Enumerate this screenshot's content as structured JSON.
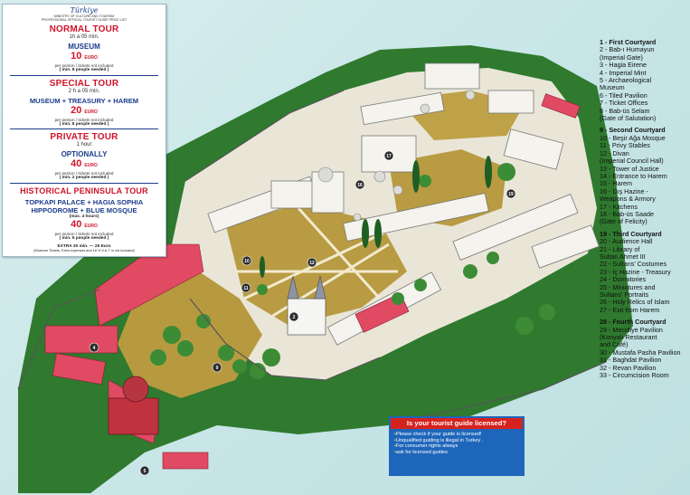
{
  "panel": {
    "logo": "Türkiye",
    "header_lines": [
      "MINISTRY OF CULTURE AND TOURISM",
      "PROFESSIONAL OFFICIAL TOURIST GUIDE PRICE LIST"
    ],
    "normal_tour": {
      "title": "NORMAL TOUR",
      "duration": "1h a 05 min."
    },
    "museum": {
      "label": "MUSEUM",
      "price": "10",
      "currency": "EURO",
      "note": "per person / tickets not included",
      "need": "( min. 8 people needed )"
    },
    "special_tour": {
      "title": "SPECIAL TOUR",
      "duration": "2 h a 05 min."
    },
    "treasury": {
      "label": "MUSEUM + TREASURY + HAREM",
      "price": "20",
      "currency": "EURO",
      "note": "per person / tickets not included",
      "need": "( min. 8 people needed )"
    },
    "private_tour": {
      "title": "PRIVATE TOUR",
      "duration": "1 hour"
    },
    "optionally": {
      "label": "OPTIONALLY",
      "price": "40",
      "currency": "EURO",
      "note": "per person / tickets not included",
      "need": "( min. 2 people needed )"
    },
    "historical": {
      "title": "HISTORICAL PENINSULA TOUR",
      "line1": "TOPKAPI PALACE + HAGIA SOPHIA",
      "line2": "HIPPODROME + BLUE MOSQUE",
      "duration": "(max. 4 hours)",
      "price": "40",
      "currency": "EURO",
      "note": "per person / tickets not included",
      "need": "( min. 5 people needed )"
    },
    "extra": "EXTRA 30 min. — 25 Euro",
    "footnote": "(Museum Tickets, Extra expenses and 18 % V.A.T. is not included)"
  },
  "legend": {
    "sections": [
      {
        "heading": "1 - First Courtyard",
        "items": [
          "2 - Bab-ı Humayun",
          "(Imperial Gate)",
          "3 - Hagia Eirene",
          "4 - Imperial Mint",
          "5 - Archaeological",
          "Museum",
          "6 - Tiled Pavilion",
          "7 - Ticket Offices",
          "8 - Bab-üs Selam",
          "(Gate of Salutation)"
        ]
      },
      {
        "heading": "9 - Second Courtyard",
        "items": [
          "10 - Beşir Ağa Mosque",
          "11 - Privy Stables",
          "12 - Divan",
          "(Imperial Council Hall)",
          "13 - Tower of Justice",
          "14 - Entrance to Harem",
          "15 - Harem",
          "16 - Dış Hazine -",
          "Weapons & Armory",
          "17 - Kitchens",
          "18 - Bab-üs Saade",
          "(Gate of Felicity)"
        ]
      },
      {
        "heading": "19 - Third Courtyard",
        "items": [
          "20 - Audience Hall",
          "21 - Library of",
          "Sultan Ahmet III",
          "22 - Sultans' Costumes",
          "23 - İç Hazine - Treasury",
          "24 - Dormitories",
          "25 - Miniatures and",
          "Sultans' Portraits",
          "26 - Holy Relics of Islam",
          "27 - Exit from Harem"
        ]
      },
      {
        "heading": "28 - Fourth Courtyard",
        "items": [
          "29 - Mecidiye Pavilion",
          "(Konyalı Restaurant",
          "and Café)",
          "30 - Mustafa Pasha Pavilion",
          "31 - Baghdat Pavilion",
          "32 - Revan Pavilion",
          "33 - Circumcision Room"
        ]
      }
    ]
  },
  "warning": {
    "title": "Is your tourist guide licensed?",
    "lines": [
      "Please check if your guide is licensed!",
      "Unqualified guiding is illegal in Turkey .",
      "For consumer rights always",
      "ask for licensed guides."
    ]
  },
  "map_markers": [
    "2",
    "4",
    "5",
    "9",
    "10",
    "11",
    "12",
    "16",
    "17",
    "19"
  ],
  "colors": {
    "panel_blue": "#1b3c8c",
    "tour_red": "#d0142a",
    "warning_bg": "#1e66bb",
    "warning_title": "#d6221f",
    "roof_red": "#e04a63",
    "lawn": "#b5983d",
    "tree": "#2e7b2f",
    "building": "#efefe9"
  }
}
